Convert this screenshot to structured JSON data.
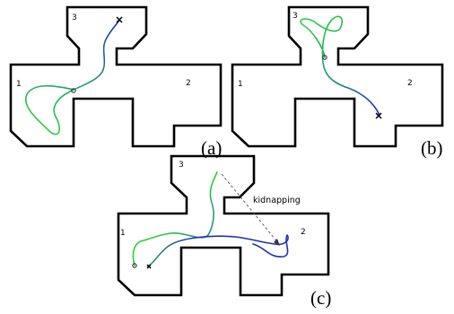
{
  "colors": {
    "trajectory_start": "#2ecc40",
    "trajectory_end": "#1f2fb4",
    "walls": "#000000"
  },
  "panels": [
    {
      "id": "a",
      "label": "(a)",
      "regions": [
        "1",
        "2",
        "3"
      ]
    },
    {
      "id": "b",
      "label": "(b)",
      "regions": [
        "1",
        "2",
        "3"
      ]
    },
    {
      "id": "c",
      "label": "(c)",
      "regions": [
        "1",
        "2",
        "3"
      ],
      "annotation": "kidnapping"
    }
  ]
}
